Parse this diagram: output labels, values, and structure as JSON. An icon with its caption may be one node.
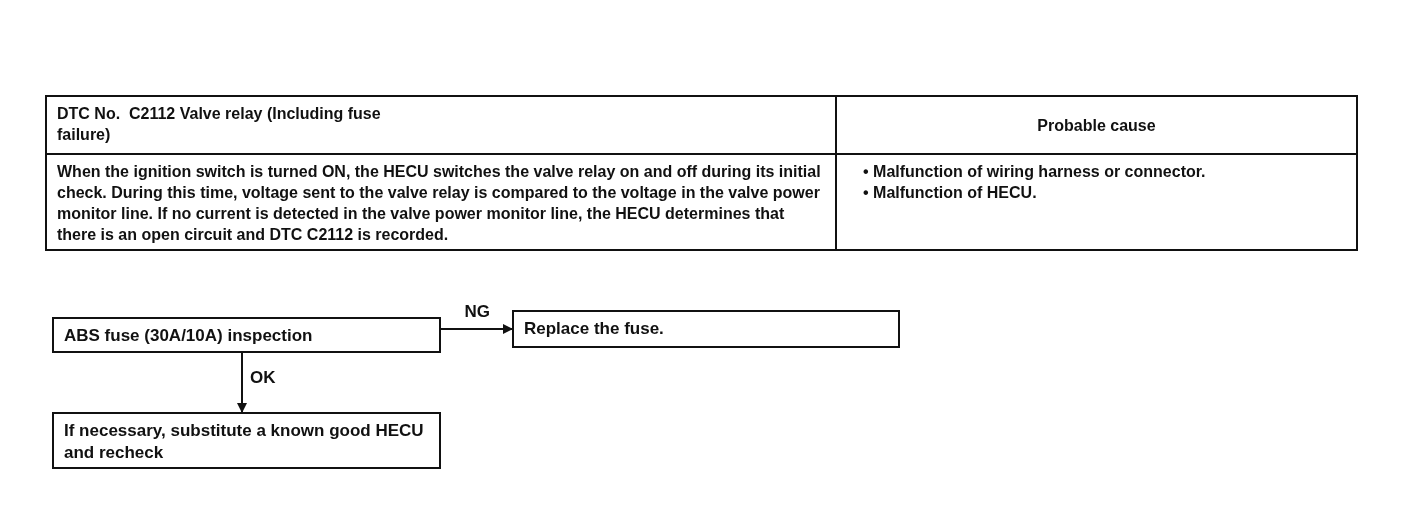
{
  "diagram": {
    "nodes": [
      {
        "text": [
          "ABS fuse (30A/10A) inspection"
        ]
      },
      {
        "text": [
          "Replace the fuse."
        ]
      },
      {
        "text": [
          "If necessary, substitute a known good HECU and recheck"
        ]
      }
    ],
    "edges": [
      {
        "from": 0,
        "to": 1,
        "arrow": "to",
        "label": "NG"
      },
      {
        "from": 0,
        "to": 2,
        "arrow": "to",
        "label": "OK"
      }
    ],
    "labels": [
      "DTC No.  C2112 Valve relay (Including fuse failure)",
      "Probable cause",
      "When the ignition switch is turned ON, the HECU switches the valve relay on and off during its initial check. During this time, voltage sent to the valve relay is compared to the voltage in the valve power monitor line. If no current is detected in the valve power monitor line, the HECU determines that there is an open circuit and DTC C2112 is recorded.",
      "• Malfunction of wiring harness or connector.",
      "• Malfunction of HECU."
    ]
  }
}
